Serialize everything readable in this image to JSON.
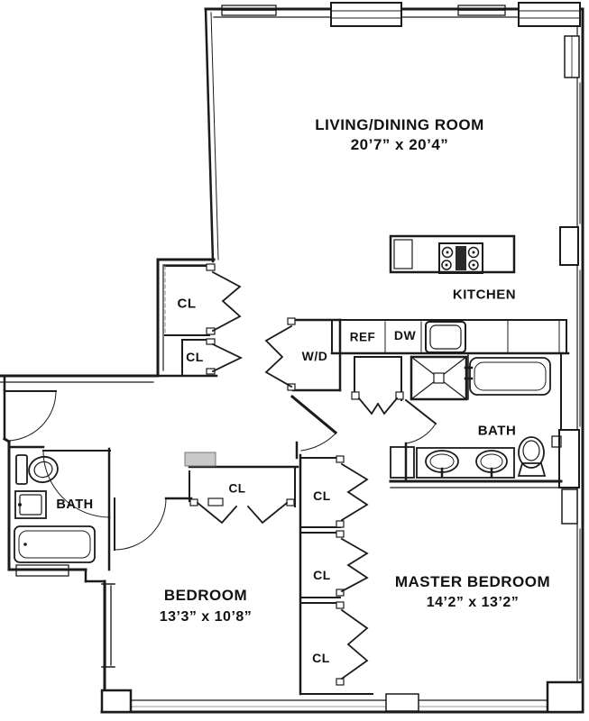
{
  "rooms": {
    "living_dining": {
      "label": "LIVING/DINING ROOM",
      "dimensions": "20’7” x 20’4”"
    },
    "kitchen": {
      "label": "KITCHEN"
    },
    "master_bath": {
      "label": "BATH"
    },
    "hall_bath": {
      "label": "BATH"
    },
    "bedroom": {
      "label": "BEDROOM",
      "dimensions": "13’3” x 10’8”"
    },
    "master_bedroom": {
      "label": "MASTER BEDROOM",
      "dimensions": "14’2” x 13’2”"
    }
  },
  "closets": {
    "foyer_closet_upper": {
      "label": "CL"
    },
    "foyer_closet_lower": {
      "label": "CL"
    },
    "laundry_closet": {
      "label": "W/D"
    },
    "bedroom_closet": {
      "label": "CL"
    },
    "hall_closet_1": {
      "label": "CL"
    },
    "hall_closet_2": {
      "label": "CL"
    },
    "hall_closet_3": {
      "label": "CL"
    }
  },
  "appliances": {
    "refrigerator": {
      "label": "REF"
    },
    "dishwasher": {
      "label": "DW"
    }
  },
  "colors": {
    "wall": "#1b1b1b",
    "background": "#ffffff",
    "column_fill": "#c9c9c9",
    "stove_grill": "#2a2a2a"
  }
}
